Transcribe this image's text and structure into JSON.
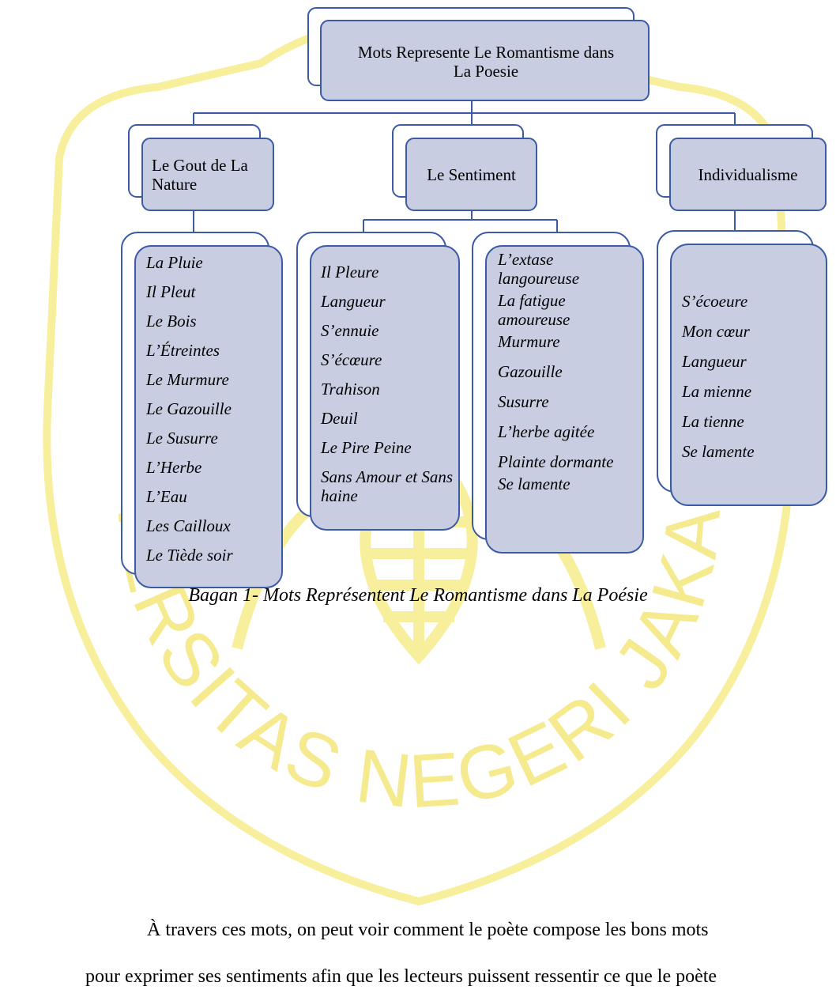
{
  "diagram": {
    "root": {
      "label": "Mots Represente Le Romantisme dans La Poesie"
    },
    "branches": [
      {
        "label": "Le Gout de La Nature"
      },
      {
        "label": "Le Sentiment"
      },
      {
        "label": "Individualisme"
      }
    ],
    "lists": [
      {
        "items": [
          "La Pluie",
          "Il Pleut",
          "Le Bois",
          "L’Étreintes",
          "Le Murmure",
          "Le Gazouille",
          "Le Susurre",
          "L’Herbe",
          "L’Eau",
          "Les Cailloux",
          "Le Tiède soir"
        ]
      },
      {
        "items": [
          "Il Pleure",
          "Langueur",
          "S’ennuie",
          "S’écœure",
          "Trahison",
          "Deuil",
          "Le Pire Peine",
          "Sans Amour et Sans haine"
        ]
      },
      {
        "items": [
          "L’extase langoureuse",
          "La fatigue amoureuse",
          "Murmure",
          "Gazouille",
          "Susurre",
          "L’herbe agitée",
          "Plainte dormante",
          "Se lamente"
        ]
      },
      {
        "items": [
          "S’écoeure",
          "Mon cœur",
          "Langueur",
          "La mienne",
          "La tienne",
          "Se lamente"
        ]
      }
    ]
  },
  "caption": "Bagan 1- Mots Représentent Le Romantisme dans La Poésie",
  "paragraph": {
    "line1": "À travers ces mots, on peut voir comment le poète compose les bons mots",
    "line2": "pour exprimer ses sentiments afin que les lecteurs puissent ressentir ce que le poète"
  },
  "watermark": {
    "text": "UNIVERSITAS NEGERI JAKARTA",
    "color": "#f5e887"
  },
  "colors": {
    "box_fill": "#c9cde2",
    "box_stroke": "#3b5ba5",
    "line": "#3b5ba5"
  }
}
